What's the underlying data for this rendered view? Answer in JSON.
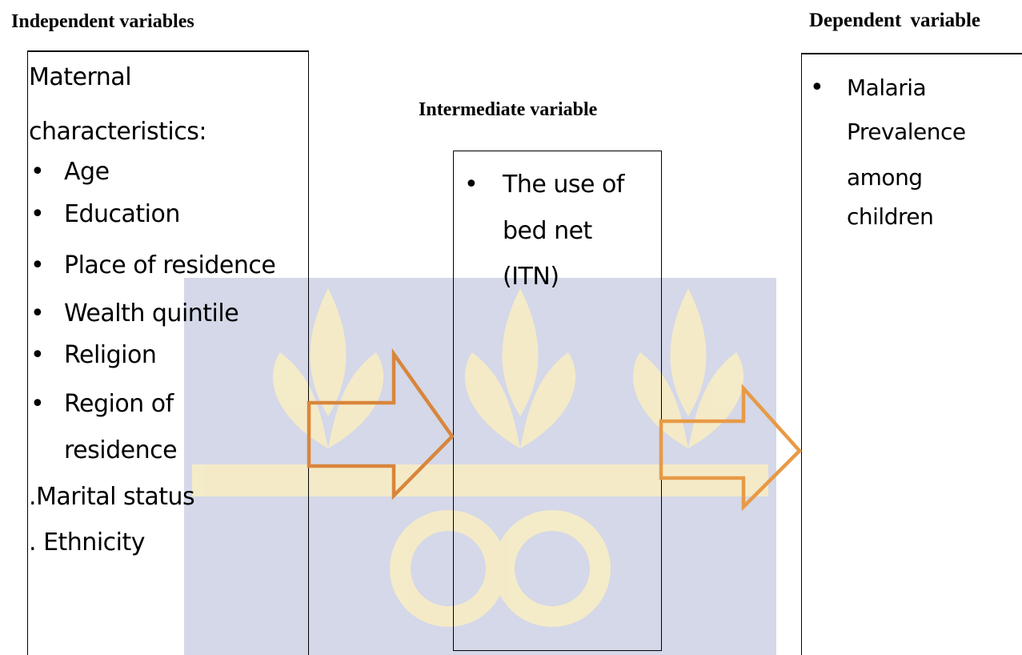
{
  "headings": {
    "independent": "Independent variables",
    "dependent": "Dependent variable",
    "intermediate": "Intermediate variable"
  },
  "independent_box": {
    "title_line1": "Maternal",
    "title_line2": "characteristics:",
    "items": [
      "Age",
      "Education",
      "Place of residence",
      "Wealth quintile",
      "Religion",
      "Region of",
      "residence"
    ],
    "extra": [
      ".Marital status",
      ". Ethnicity"
    ]
  },
  "intermediate_box": {
    "lines": [
      "The use of",
      "bed net",
      "(ITN)"
    ]
  },
  "dependent_box": {
    "lines": [
      "Malaria",
      "Prevalence",
      "among",
      "children"
    ]
  },
  "colors": {
    "arrow_stroke": "#e0913f",
    "watermark": "#f3e8bf",
    "watermark_band": "#cfd2e4"
  },
  "icons": {
    "bullet": "•",
    "arrow": "right-block-arrow"
  }
}
